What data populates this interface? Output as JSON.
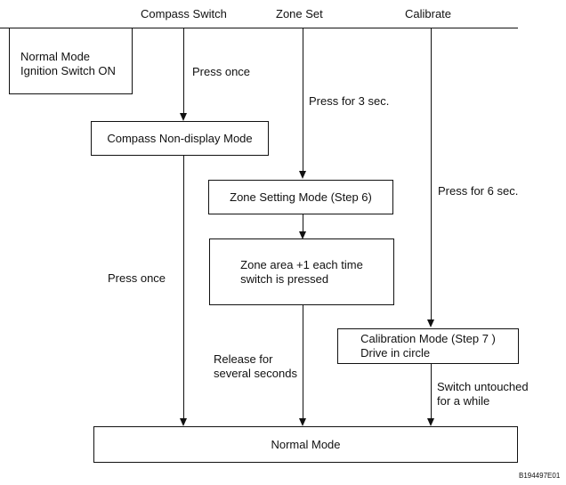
{
  "headers": {
    "compass_switch": "Compass Switch",
    "zone_set": "Zone Set",
    "calibrate": "Calibrate"
  },
  "boxes": {
    "normal_start": {
      "line1": "Normal Mode",
      "line2": "Ignition Switch ON"
    },
    "non_display": "Compass Non-display Mode",
    "zone_setting": "Zone Setting Mode (Step 6)",
    "zone_area": {
      "line1": "Zone area +1 each time",
      "line2": "switch is pressed"
    },
    "calibration": {
      "line1": "Calibration Mode (Step 7 )",
      "line2": "Drive in circle"
    },
    "normal_end": "Normal Mode"
  },
  "labels": {
    "press_once_top": "Press once",
    "press_3_sec": "Press for 3 sec.",
    "press_6_sec": "Press for 6 sec.",
    "press_once_bottom": "Press once",
    "release": {
      "line1": "Release for",
      "line2": "several seconds"
    },
    "switch_untouched": {
      "line1": "Switch untouched",
      "line2": "for a while"
    }
  },
  "figure_code": "B194497E01"
}
